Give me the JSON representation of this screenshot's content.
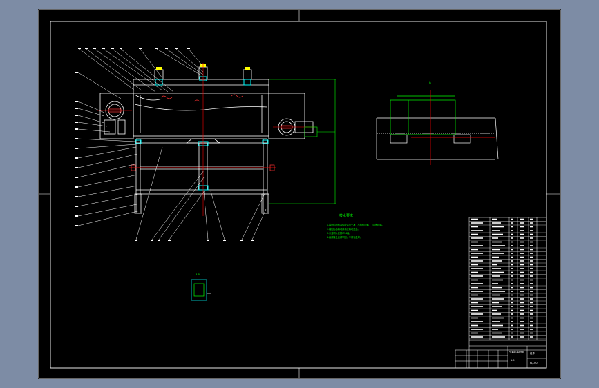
{
  "drawing": {
    "colors": {
      "background": "#000000",
      "frame": "#ffffff",
      "outline": "#ffffff",
      "dimension": "#00ff00",
      "centerline": "#ff0000",
      "hidden": "#ff3333",
      "balloon": "#ffffff",
      "accent": "#00ffff",
      "highlight": "#ffff00",
      "viewport_border": "#7d8ca5"
    },
    "technical_requirements": {
      "title": "技术要求",
      "lines": [
        "1.装配前所有零件应清洗干净，不得有毛刺、飞边等缺陷。",
        "2.装配后各转动部件应转动灵活。",
        "3.未注明公差按IT14级。",
        "4.各焊接处应焊牢固，不得有虚焊。"
      ]
    },
    "section_label": "A",
    "detail_label": "B-B",
    "title_block": {
      "name": "分离机装配图",
      "drawing_no": "FLJ-00",
      "material": "组件",
      "scale": "1:5"
    }
  }
}
